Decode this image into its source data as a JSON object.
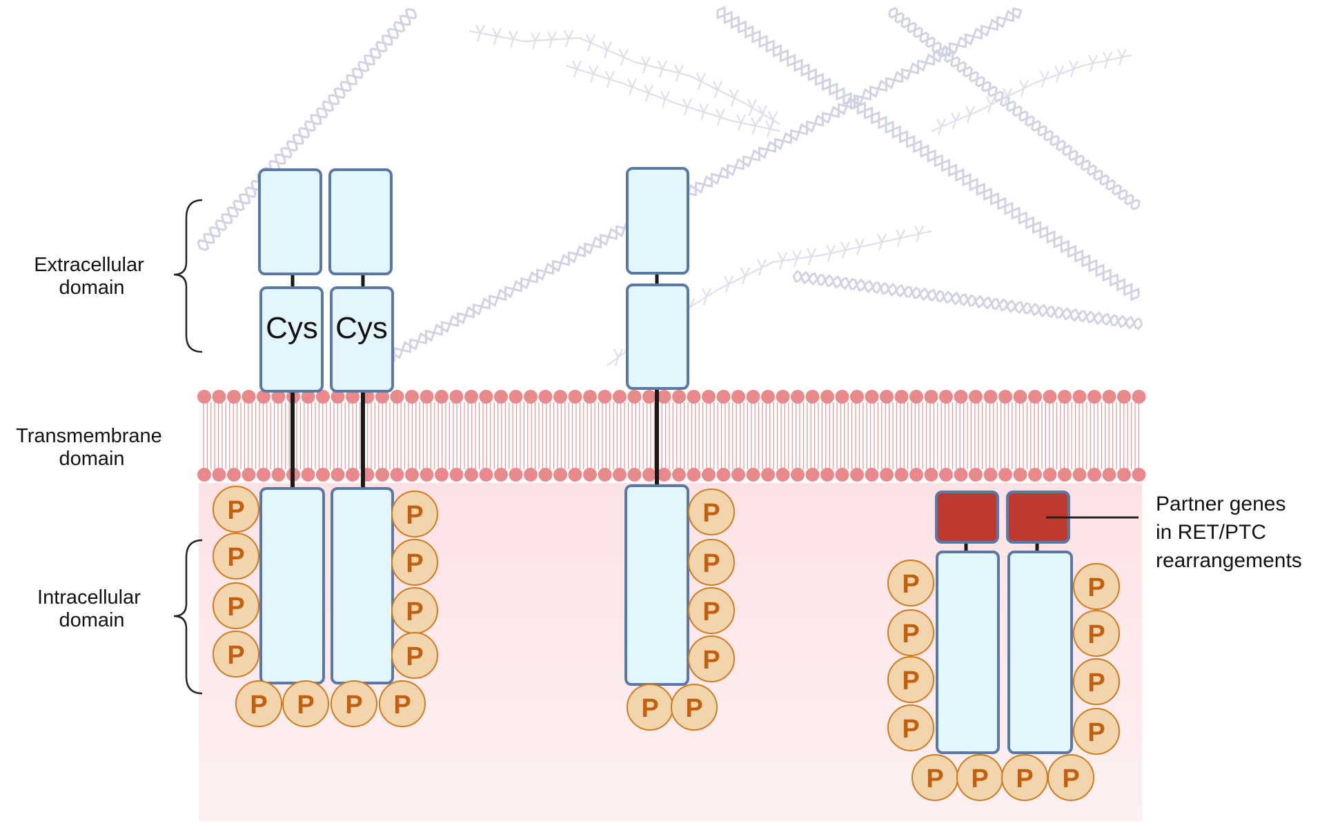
{
  "labels": {
    "extracellular": [
      "Extracellular",
      "domain"
    ],
    "transmembrane": [
      "Transmembrane",
      "domain"
    ],
    "intracellular": [
      "Intracellular",
      "domain"
    ],
    "partner": [
      "Partner genes",
      "in RET/PTC",
      "rearrangements"
    ]
  },
  "cys_label": "Cys",
  "phospho_label": "P",
  "colors": {
    "receptor_fill": "#e4f6fd",
    "receptor_stroke": "#5a78a6",
    "partner_fill": "#c0392f",
    "phospho_fill": "#f2d5ad",
    "phospho_stroke": "#d07a1c",
    "phospho_text": "#c2600f",
    "lipid_head": "#e88a8c",
    "cytoplasm": "#fde4e6",
    "fibers": "#c6c8dc"
  }
}
